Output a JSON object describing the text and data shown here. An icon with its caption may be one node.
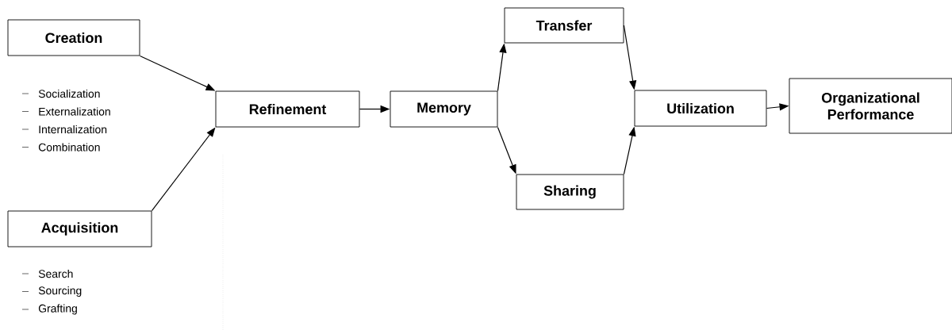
{
  "diagram": {
    "nodes": [
      {
        "text": [
          "Creation"
        ],
        "beside": [
          "Socialization",
          "Externalization",
          "Internalization",
          "Combination"
        ]
      },
      {
        "text": [
          "Acquisition"
        ],
        "beside": [
          "Search",
          "Sourcing",
          "Grafting"
        ]
      },
      {
        "text": [
          "Refinement"
        ]
      },
      {
        "text": [
          "Memory"
        ]
      },
      {
        "text": [
          "Transfer"
        ]
      },
      {
        "text": [
          "Sharing"
        ]
      },
      {
        "text": [
          "Utilization"
        ]
      },
      {
        "text": [
          "Organizational Performance"
        ]
      }
    ],
    "edges": [
      {
        "from": 0,
        "to": 2,
        "arrow": "to"
      },
      {
        "from": 1,
        "to": 2,
        "arrow": "to"
      },
      {
        "from": 2,
        "to": 3,
        "arrow": "to"
      },
      {
        "from": 3,
        "to": 4,
        "arrow": "to"
      },
      {
        "from": 3,
        "to": 5,
        "arrow": "to"
      },
      {
        "from": 4,
        "to": 6,
        "arrow": "to"
      },
      {
        "from": 5,
        "to": 6,
        "arrow": "to"
      },
      {
        "from": 6,
        "to": 7,
        "arrow": "to"
      }
    ]
  }
}
